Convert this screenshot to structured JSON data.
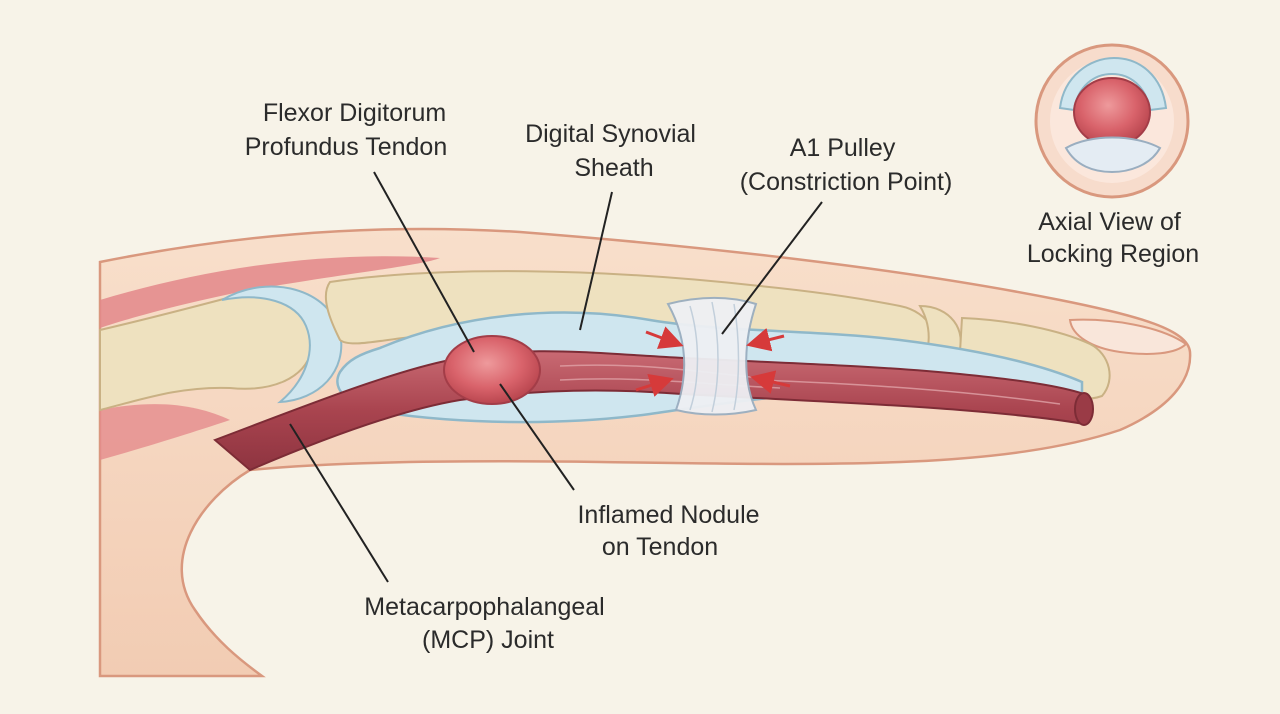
{
  "labels": {
    "fdp_tendon": [
      "Flexor Digitorum",
      "Profundus Tendon"
    ],
    "synovial_sheath": [
      "Digital Synovial",
      "Sheath"
    ],
    "a1_pulley": [
      "A1 Pulley",
      "(Constriction Point)"
    ],
    "axial_view": [
      "Axial View of",
      "Locking Region"
    ],
    "nodule": [
      "Inflamed Nodule",
      "on Tendon"
    ],
    "mcp_joint": [
      "Metacarpophalangeal",
      "(MCP) Joint"
    ]
  },
  "colors": {
    "background": "#f7f3e8",
    "skin": "#f6d9c3",
    "skin_outline": "#d9987e",
    "bone": "#eee1bf",
    "tendon": "#b8525d",
    "sheath": "#cfe6ef",
    "nodule": "#d9636b",
    "arrow": "#d63a3a"
  }
}
